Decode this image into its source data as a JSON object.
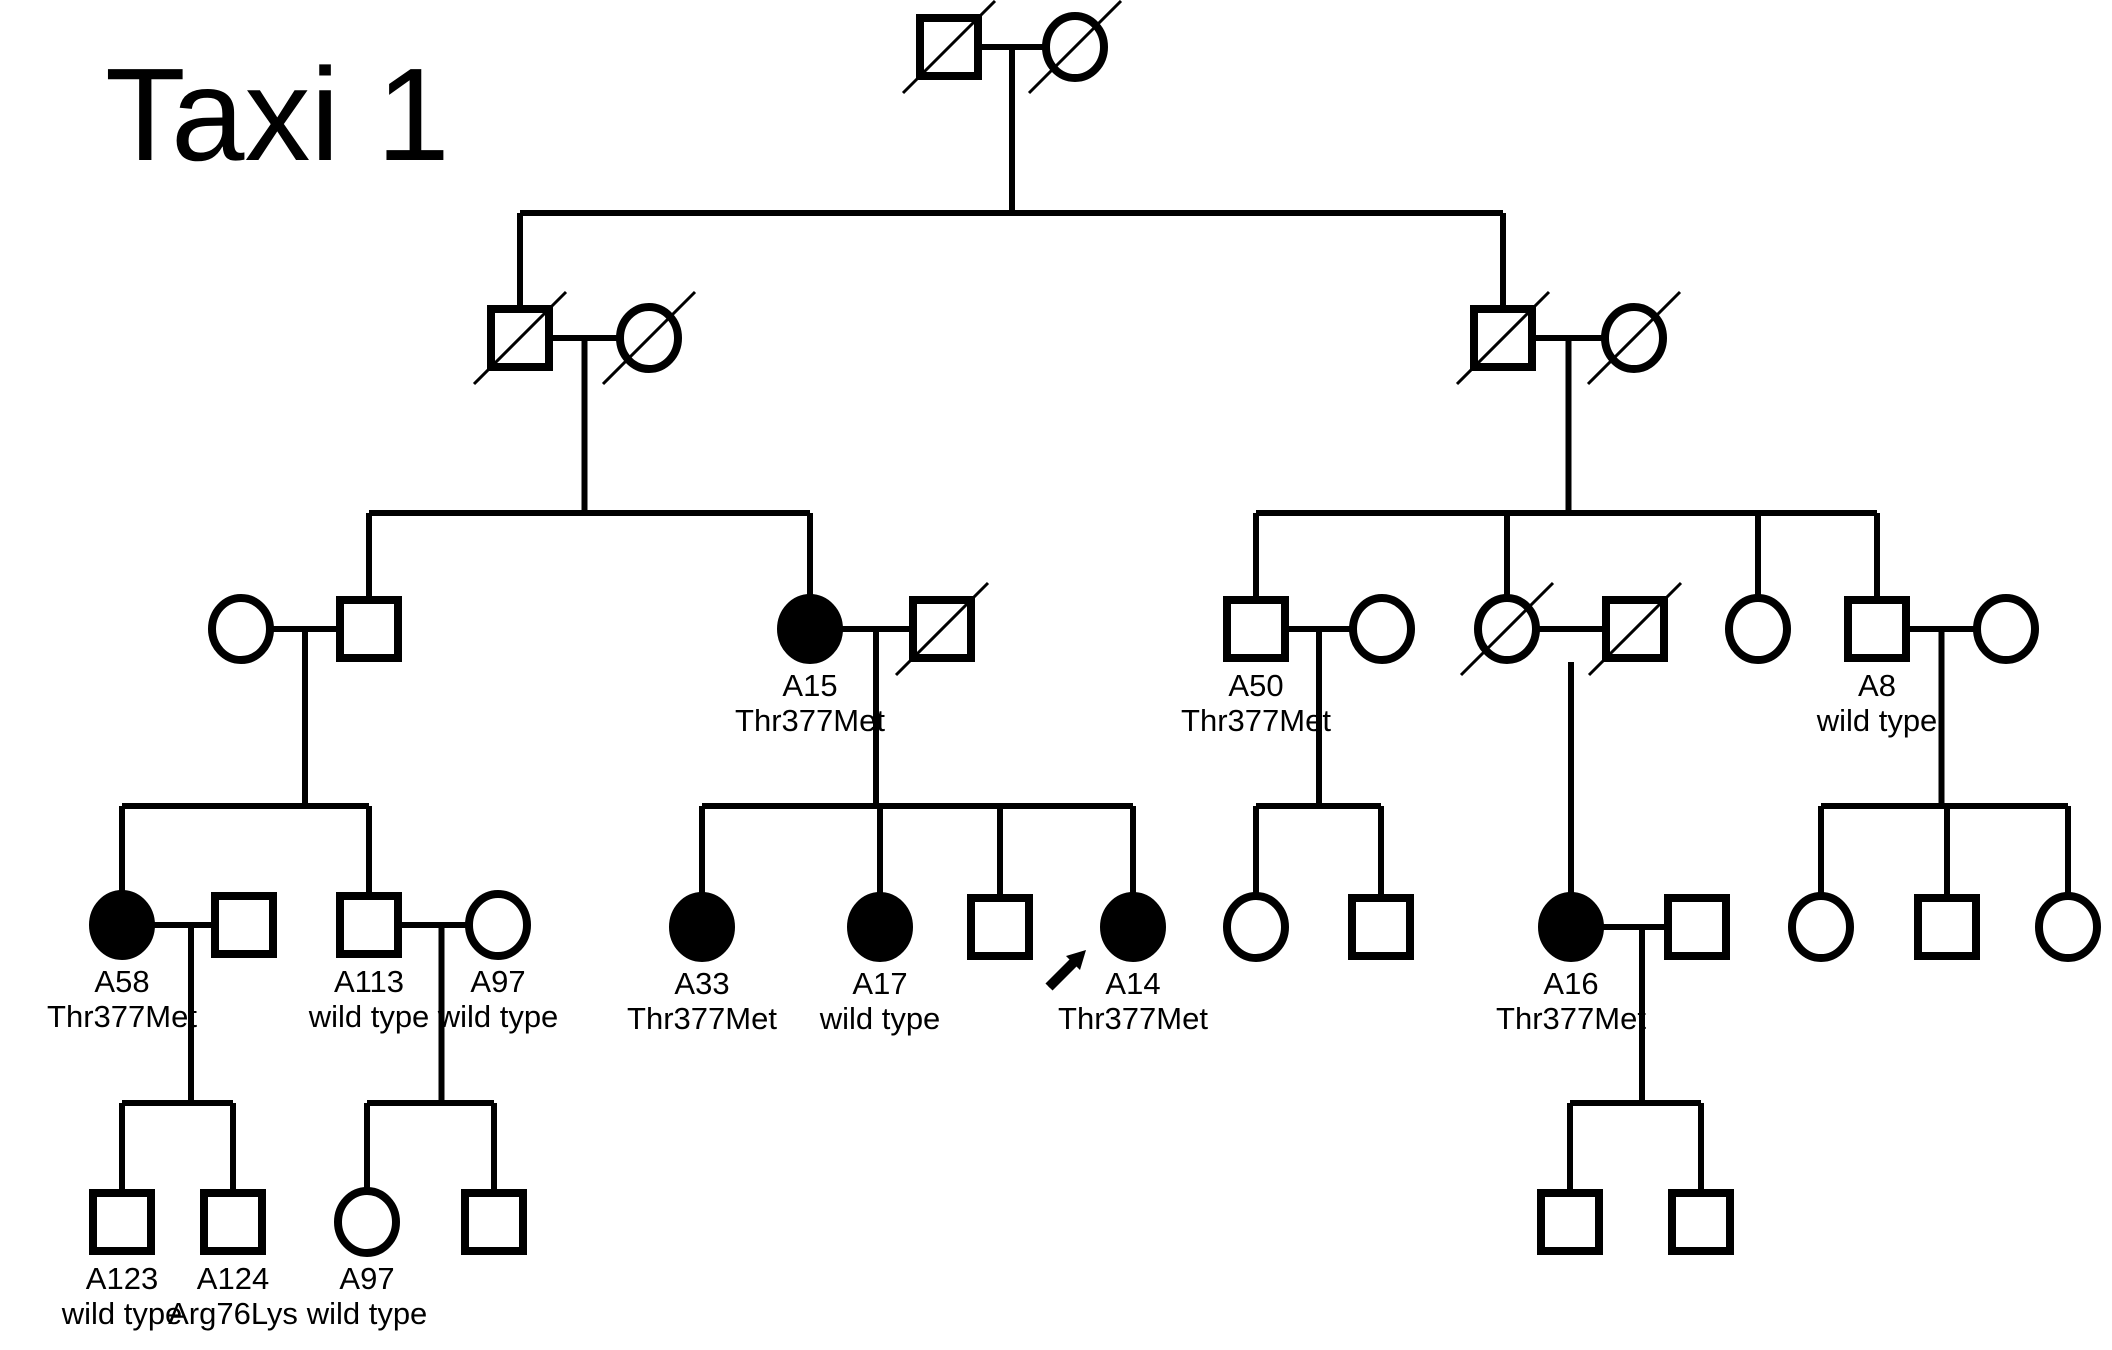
{
  "title": "Taxi 1",
  "colors": {
    "ink": "#000000",
    "background": "#ffffff"
  },
  "legend_semantics": {
    "square": "male",
    "circle": "female",
    "filled": "affected",
    "slash": "deceased",
    "arrow": "proband"
  },
  "individuals": [
    {
      "id": "I-1",
      "sex": "male",
      "affected": false,
      "deceased": true,
      "label": "",
      "genotype": ""
    },
    {
      "id": "I-2",
      "sex": "female",
      "affected": false,
      "deceased": true,
      "label": "",
      "genotype": ""
    },
    {
      "id": "II-1",
      "sex": "male",
      "affected": false,
      "deceased": true,
      "label": "",
      "genotype": ""
    },
    {
      "id": "II-2",
      "sex": "female",
      "affected": false,
      "deceased": true,
      "label": "",
      "genotype": ""
    },
    {
      "id": "II-3",
      "sex": "male",
      "affected": false,
      "deceased": true,
      "label": "",
      "genotype": ""
    },
    {
      "id": "II-4",
      "sex": "female",
      "affected": false,
      "deceased": true,
      "label": "",
      "genotype": ""
    },
    {
      "id": "III-1",
      "sex": "female",
      "affected": false,
      "deceased": false,
      "label": "",
      "genotype": ""
    },
    {
      "id": "III-2",
      "sex": "male",
      "affected": false,
      "deceased": false,
      "label": "",
      "genotype": ""
    },
    {
      "id": "III-3",
      "sex": "female",
      "affected": true,
      "deceased": false,
      "label": "A15",
      "genotype": "Thr377Met"
    },
    {
      "id": "III-4",
      "sex": "male",
      "affected": false,
      "deceased": true,
      "label": "",
      "genotype": ""
    },
    {
      "id": "III-5",
      "sex": "male",
      "affected": false,
      "deceased": false,
      "label": "A50",
      "genotype": "Thr377Met"
    },
    {
      "id": "III-6",
      "sex": "female",
      "affected": false,
      "deceased": false,
      "label": "",
      "genotype": ""
    },
    {
      "id": "III-7",
      "sex": "female",
      "affected": false,
      "deceased": true,
      "label": "",
      "genotype": ""
    },
    {
      "id": "III-8",
      "sex": "male",
      "affected": false,
      "deceased": true,
      "label": "",
      "genotype": ""
    },
    {
      "id": "III-9",
      "sex": "female",
      "affected": false,
      "deceased": false,
      "label": "",
      "genotype": ""
    },
    {
      "id": "III-10",
      "sex": "male",
      "affected": false,
      "deceased": false,
      "label": "A8",
      "genotype": "wild type"
    },
    {
      "id": "III-11",
      "sex": "female",
      "affected": false,
      "deceased": false,
      "label": "",
      "genotype": ""
    },
    {
      "id": "IV-1",
      "sex": "female",
      "affected": true,
      "deceased": false,
      "label": "A58",
      "genotype": "Thr377Met"
    },
    {
      "id": "IV-2",
      "sex": "male",
      "affected": false,
      "deceased": false,
      "label": "",
      "genotype": ""
    },
    {
      "id": "IV-3",
      "sex": "male",
      "affected": false,
      "deceased": false,
      "label": "A113",
      "genotype": "wild type"
    },
    {
      "id": "IV-4",
      "sex": "female",
      "affected": false,
      "deceased": false,
      "label": "A97",
      "genotype": "wild type"
    },
    {
      "id": "IV-5",
      "sex": "female",
      "affected": true,
      "deceased": false,
      "label": "A33",
      "genotype": "Thr377Met"
    },
    {
      "id": "IV-6",
      "sex": "female",
      "affected": true,
      "deceased": false,
      "label": "A17",
      "genotype": "wild type"
    },
    {
      "id": "IV-7",
      "sex": "male",
      "affected": false,
      "deceased": false,
      "label": "",
      "genotype": ""
    },
    {
      "id": "IV-8",
      "sex": "female",
      "affected": true,
      "deceased": false,
      "label": "A14",
      "genotype": "Thr377Met",
      "proband": true
    },
    {
      "id": "IV-9",
      "sex": "female",
      "affected": false,
      "deceased": false,
      "label": "",
      "genotype": ""
    },
    {
      "id": "IV-10",
      "sex": "male",
      "affected": false,
      "deceased": false,
      "label": "",
      "genotype": ""
    },
    {
      "id": "IV-11",
      "sex": "female",
      "affected": true,
      "deceased": false,
      "label": "A16",
      "genotype": "Thr377Met"
    },
    {
      "id": "IV-12",
      "sex": "male",
      "affected": false,
      "deceased": false,
      "label": "",
      "genotype": ""
    },
    {
      "id": "IV-13",
      "sex": "female",
      "affected": false,
      "deceased": false,
      "label": "",
      "genotype": ""
    },
    {
      "id": "IV-14",
      "sex": "male",
      "affected": false,
      "deceased": false,
      "label": "",
      "genotype": ""
    },
    {
      "id": "IV-15",
      "sex": "female",
      "affected": false,
      "deceased": false,
      "label": "",
      "genotype": ""
    },
    {
      "id": "V-1",
      "sex": "male",
      "affected": false,
      "deceased": false,
      "label": "A123",
      "genotype": "wild type"
    },
    {
      "id": "V-2",
      "sex": "male",
      "affected": false,
      "deceased": false,
      "label": "A124",
      "genotype": "Arg76Lys"
    },
    {
      "id": "V-3",
      "sex": "female",
      "affected": false,
      "deceased": false,
      "label": "A97",
      "genotype": "wild type"
    },
    {
      "id": "V-4",
      "sex": "male",
      "affected": false,
      "deceased": false,
      "label": "",
      "genotype": ""
    },
    {
      "id": "V-5",
      "sex": "male",
      "affected": false,
      "deceased": false,
      "label": "",
      "genotype": ""
    },
    {
      "id": "V-6",
      "sex": "male",
      "affected": false,
      "deceased": false,
      "label": "",
      "genotype": ""
    }
  ],
  "couples": [
    {
      "partners": [
        "I-1",
        "I-2"
      ],
      "children": [
        "II-1",
        "II-3"
      ]
    },
    {
      "partners": [
        "II-1",
        "II-2"
      ],
      "children": [
        "III-2",
        "III-3"
      ]
    },
    {
      "partners": [
        "II-3",
        "II-4"
      ],
      "children": [
        "III-5",
        "III-7",
        "III-9",
        "III-10"
      ]
    },
    {
      "partners": [
        "III-1",
        "III-2"
      ],
      "children": [
        "IV-1",
        "IV-3"
      ]
    },
    {
      "partners": [
        "III-3",
        "III-4"
      ],
      "children": [
        "IV-5",
        "IV-6",
        "IV-7",
        "IV-8"
      ]
    },
    {
      "partners": [
        "III-5",
        "III-6"
      ],
      "children": [
        "IV-9",
        "IV-10"
      ]
    },
    {
      "partners": [
        "III-7",
        "III-8"
      ],
      "children": [
        "IV-11"
      ]
    },
    {
      "partners": [
        "III-10",
        "III-11"
      ],
      "children": [
        "IV-13",
        "IV-14",
        "IV-15"
      ]
    },
    {
      "partners": [
        "IV-1",
        "IV-2"
      ],
      "children": [
        "V-1",
        "V-2"
      ]
    },
    {
      "partners": [
        "IV-3",
        "IV-4"
      ],
      "children": [
        "V-3",
        "V-4"
      ]
    },
    {
      "partners": [
        "IV-11",
        "IV-12"
      ],
      "children": [
        "V-5",
        "V-6"
      ]
    }
  ]
}
